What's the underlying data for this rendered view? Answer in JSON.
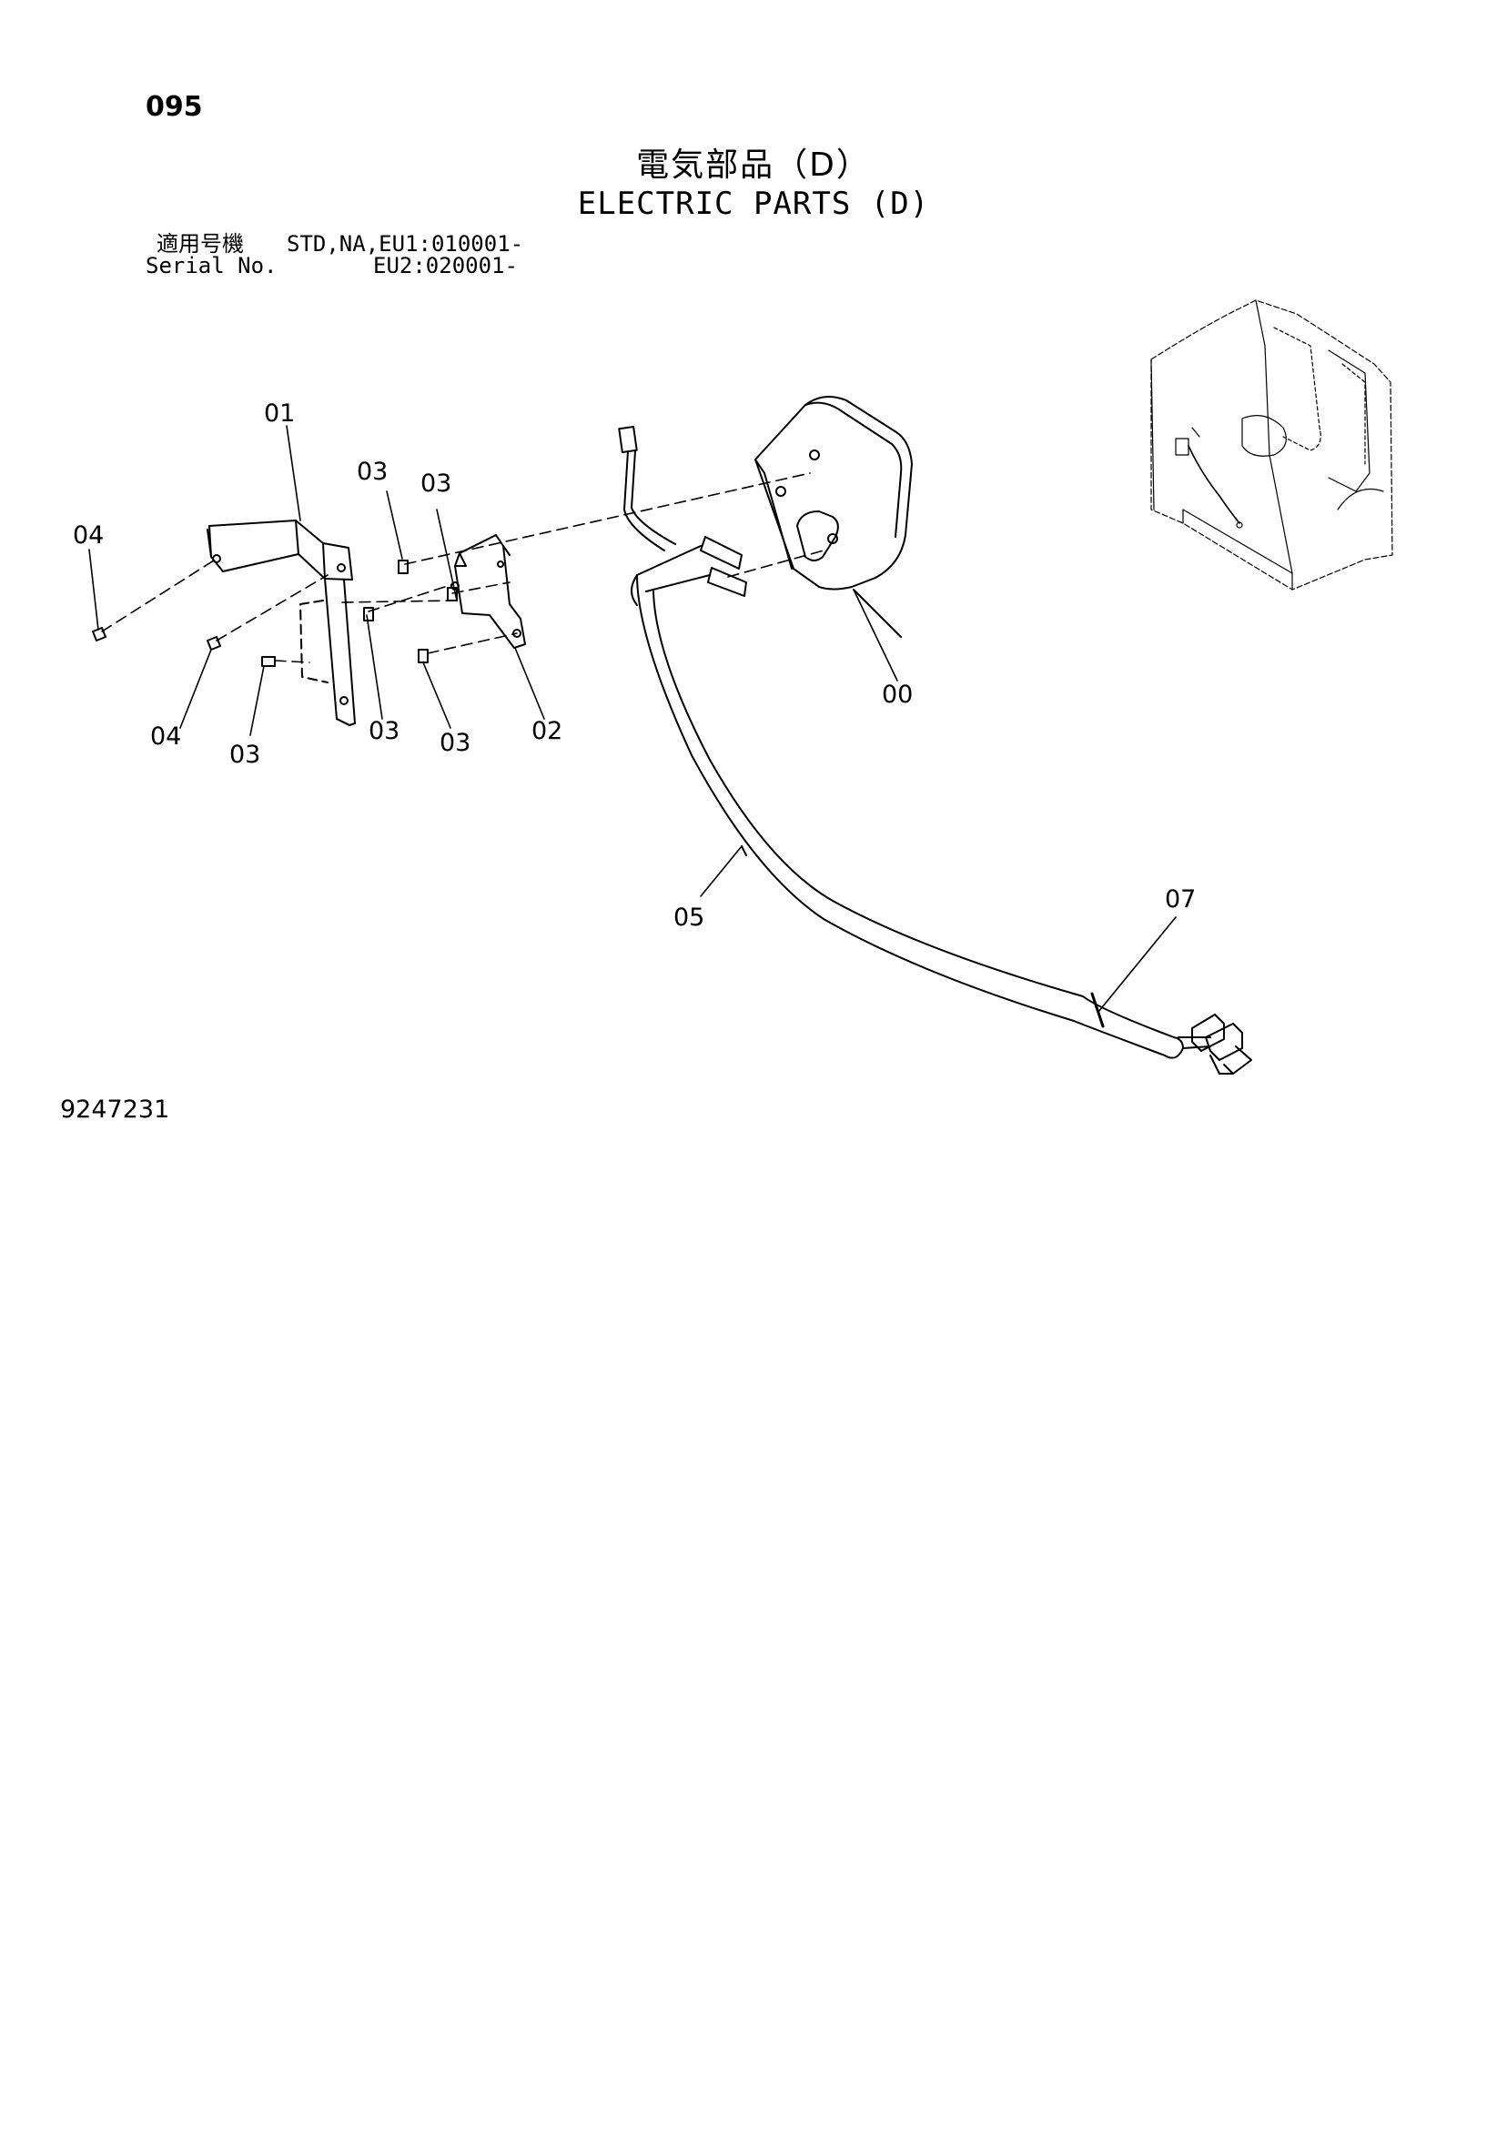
{
  "header": {
    "page_number": "095",
    "title_ja": "電気部品（D）",
    "title_en": "ELECTRIC PARTS (D)"
  },
  "serial": {
    "label_ja": "適用号機",
    "label_en": "Serial No.",
    "value_1": "STD,NA,EU1:010001-",
    "value_2": "EU2:020001-"
  },
  "callouts": {
    "c00": "00",
    "c01": "01",
    "c02": "02",
    "c03_a": "03",
    "c03_b": "03",
    "c03_c": "03",
    "c03_d": "03",
    "c03_e": "03",
    "c04_a": "04",
    "c04_b": "04",
    "c05": "05",
    "c07": "07"
  },
  "figure_number": "9247231"
}
